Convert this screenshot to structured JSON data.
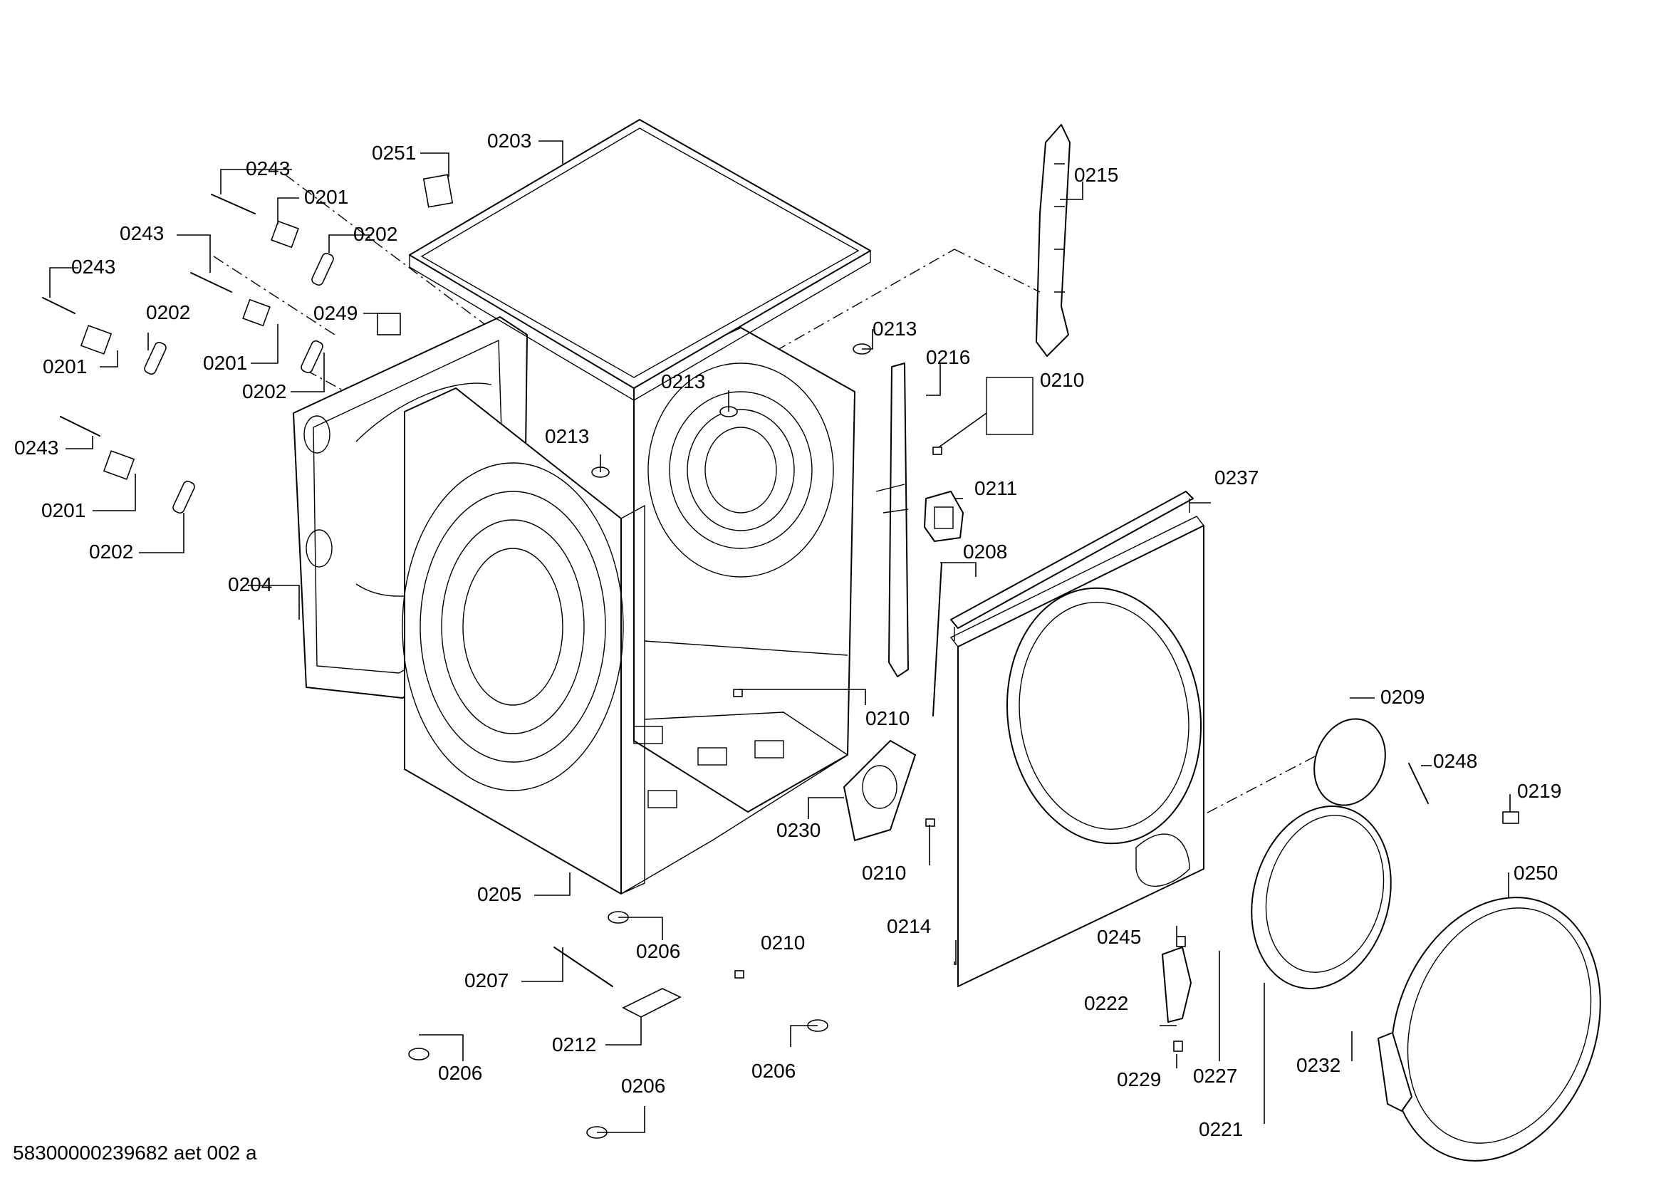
{
  "labels": [
    "0243",
    "0201",
    "0202",
    "0243",
    "0243",
    "0202",
    "0201",
    "0201",
    "0202",
    "0243",
    "0201",
    "0202",
    "0251",
    "0203",
    "0249",
    "0204",
    "0205",
    "0206",
    "0207",
    "0212",
    "0206",
    "0206",
    "0206",
    "0210",
    "0213",
    "0213",
    "0213",
    "0210",
    "0230",
    "0216",
    "0210",
    "0211",
    "0208",
    "0215",
    "0237",
    "0214",
    "0210",
    "0209",
    "0248",
    "0219",
    "0250",
    "0245",
    "0222",
    "0229",
    "0227",
    "0221",
    "0232"
  ],
  "footer": {
    "drawing_id": "58300000239682 aet 002 a"
  }
}
